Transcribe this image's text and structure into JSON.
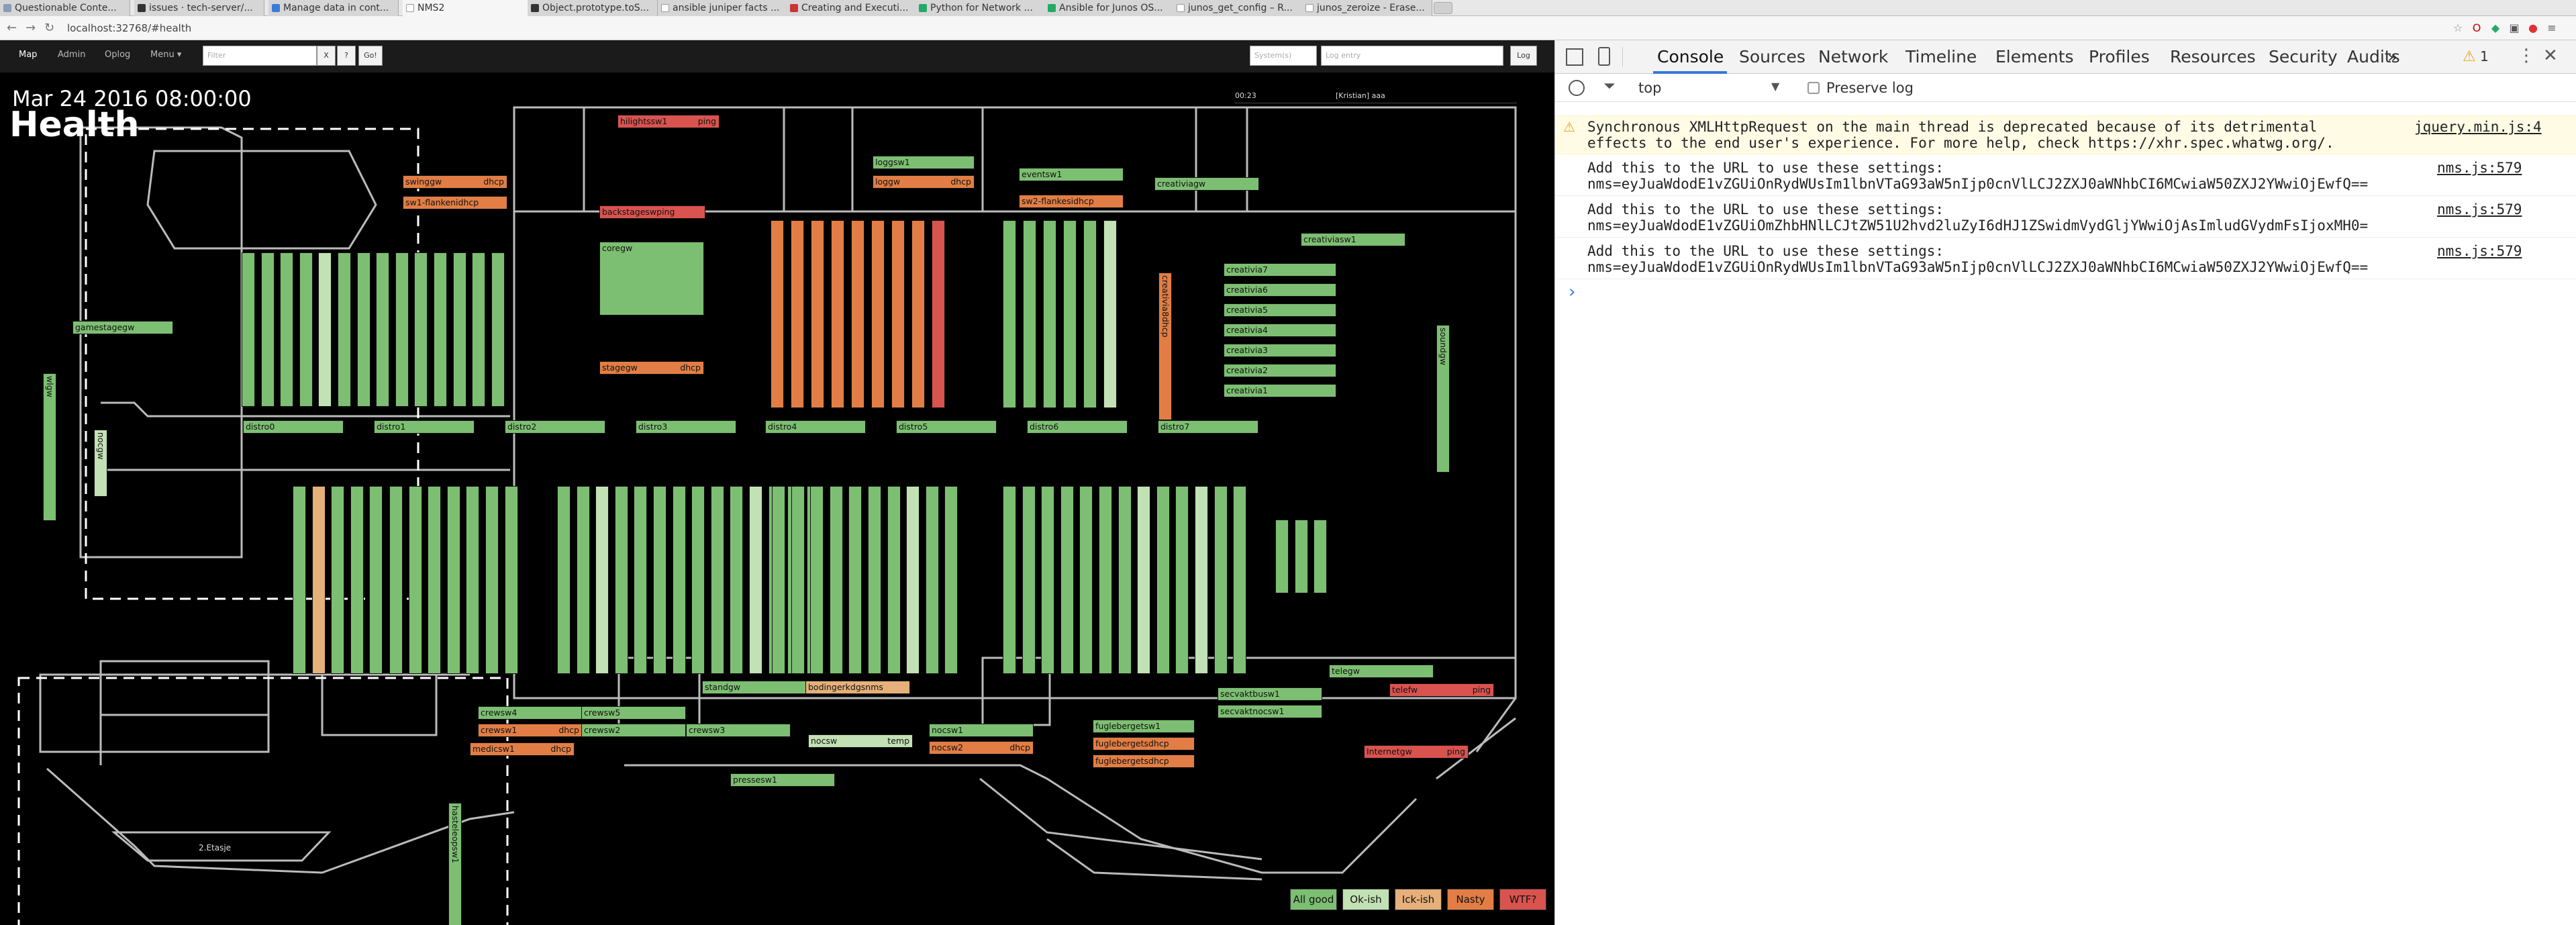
{
  "browser": {
    "tabs": [
      {
        "label": "Questionable Conte..."
      },
      {
        "label": "issues · tech-server/..."
      },
      {
        "label": "Manage data in cont..."
      },
      {
        "label": "NMS2"
      },
      {
        "label": "Object.prototype.toS..."
      },
      {
        "label": "ansible juniper facts ..."
      },
      {
        "label": "Creating and Executi..."
      },
      {
        "label": "Python for Network ..."
      },
      {
        "label": "Ansible for Junos OS..."
      },
      {
        "label": "junos_get_config – R..."
      },
      {
        "label": "junos_zeroize - Erase..."
      }
    ],
    "active_tab": 3,
    "url": "localhost:32768/#health"
  },
  "app": {
    "nav": {
      "map": "Map",
      "admin": "Admin",
      "oplog": "Oplog",
      "menu": "Menu ▾"
    },
    "filter_placeholder": "Filter",
    "filter_clear": "X",
    "filter_help": "?",
    "go_label": "Go!",
    "systems_placeholder": "System(s)",
    "log_placeholder": "Log entry",
    "log_button": "Log",
    "timestamp": "Mar 24 2016 08:00:00",
    "title": "Health",
    "log_time": "00:23",
    "log_user": "[Kristian] aaa",
    "area_label": "2.Etasje",
    "legend": [
      {
        "label": "All good",
        "color": "#7dbf72"
      },
      {
        "label": "Ok-ish",
        "color": "#c2e1b4"
      },
      {
        "label": "Ick-ish",
        "color": "#e6b07a"
      },
      {
        "label": "Nasty",
        "color": "#e27e45"
      },
      {
        "label": "WTF?",
        "color": "#d9534f"
      }
    ],
    "colors": {
      "good": "#7dbf72",
      "ok": "#c2e1b4",
      "ick": "#e6b07a",
      "nasty": "#e27e45",
      "wtf": "#d9534f"
    }
  },
  "switches": {
    "distro0": {
      "name": "distro0",
      "status": "good"
    },
    "distro1": {
      "name": "distro1",
      "status": "good"
    },
    "distro2": {
      "name": "distro2",
      "status": "good"
    },
    "distro3": {
      "name": "distro3",
      "status": "good"
    },
    "distro4": {
      "name": "distro4",
      "status": "good"
    },
    "distro5": {
      "name": "distro5",
      "status": "good"
    },
    "distro6": {
      "name": "distro6",
      "status": "good"
    },
    "distro7": {
      "name": "distro7",
      "status": "good"
    },
    "hilightssw1": {
      "name": "hilightssw1",
      "tag": "ping",
      "status": "wtf"
    },
    "swinggw": {
      "name": "swinggw",
      "tag": "dhcp",
      "status": "nasty"
    },
    "sw1flankenidhcp": {
      "name": "sw1-flankenidhcp",
      "status": "nasty"
    },
    "backstagesw": {
      "name": "backstageswping",
      "status": "wtf"
    },
    "loggsw1": {
      "name": "loggsw1",
      "status": "good"
    },
    "loggw": {
      "name": "loggw",
      "tag": "dhcp",
      "status": "nasty"
    },
    "eventsw1": {
      "name": "eventsw1",
      "status": "good"
    },
    "sw2flanken": {
      "name": "sw2-flankesidhcp",
      "status": "nasty"
    },
    "creativiagw": {
      "name": "creativiagw",
      "status": "good"
    },
    "creativiasw1": {
      "name": "creativiasw1",
      "status": "good"
    },
    "coregw": {
      "name": "coregw",
      "status": "good"
    },
    "stagegw": {
      "name": "stagegw",
      "tag": "dhcp",
      "status": "nasty"
    },
    "gamestagegw": {
      "name": "gamestagegw",
      "status": "good"
    },
    "wlgw": {
      "name": "wlgw",
      "status": "good"
    },
    "nocgw": {
      "name": "nocgw",
      "status": "ok"
    },
    "soundgw": {
      "name": "soundgw",
      "status": "good"
    },
    "creativia7": {
      "name": "creativia7",
      "status": "good"
    },
    "creativia6": {
      "name": "creativia6",
      "status": "good"
    },
    "creativia5": {
      "name": "creativia5",
      "status": "good"
    },
    "creativia4": {
      "name": "creativia4",
      "status": "good"
    },
    "creativia3": {
      "name": "creativia3",
      "status": "good"
    },
    "creativia2": {
      "name": "creativia2",
      "status": "good"
    },
    "creativia1": {
      "name": "creativia1",
      "status": "good"
    },
    "creativia8": {
      "name": "creativia8dhcp",
      "status": "nasty"
    },
    "crewsw4": {
      "name": "crewsw4",
      "status": "good"
    },
    "crewsw5": {
      "name": "crewsw5",
      "status": "good"
    },
    "crewsw1": {
      "name": "crewsw1",
      "tag": "dhcp",
      "status": "nasty"
    },
    "crewsw2": {
      "name": "crewsw2",
      "status": "good"
    },
    "crewsw3": {
      "name": "crewsw3",
      "status": "good"
    },
    "medicsw1": {
      "name": "medicsw1",
      "tag": "dhcp",
      "status": "nasty"
    },
    "standgw": {
      "name": "standgw",
      "status": "good"
    },
    "bodingerkdgsnms": {
      "name": "bodingerkdgsnms",
      "status": "ick"
    },
    "nocsw1": {
      "name": "nocsw1",
      "status": "good"
    },
    "nocsw2": {
      "name": "nocsw2",
      "tag": "dhcp",
      "status": "nasty"
    },
    "nocsw": {
      "name": "nocsw",
      "tag": "temp",
      "status": "ok"
    },
    "pressesw1": {
      "name": "pressesw1",
      "status": "good"
    },
    "fugleberget1": {
      "name": "fuglebergetsw1",
      "status": "good"
    },
    "fugleberget2": {
      "name": "fuglebergetsdhcp",
      "status": "nasty"
    },
    "fugleberget3": {
      "name": "fuglebergetsdhcp",
      "status": "nasty"
    },
    "securitybuesw1": {
      "name": "secvaktbusw1",
      "status": "good"
    },
    "securitynocsw1": {
      "name": "secvaktnocsw1",
      "status": "good"
    },
    "telegw": {
      "name": "telegw",
      "status": "good"
    },
    "telefw": {
      "name": "telefw",
      "tag": "ping",
      "status": "wtf"
    },
    "internetgw": {
      "name": "Internetgw",
      "tag": "ping",
      "status": "wtf"
    },
    "hasteleopsw1": {
      "name": "hasteleopsw1",
      "status": "good"
    }
  },
  "devtools": {
    "tabs": [
      "Console",
      "Sources",
      "Network",
      "Timeline",
      "Elements",
      "Profiles",
      "Resources",
      "Security",
      "Audits"
    ],
    "more": "»",
    "warning_count": "1",
    "context": "top",
    "preserve_log": "Preserve log",
    "messages": [
      {
        "text": "Synchronous XMLHttpRequest on the main thread is deprecated because of its detrimental\neffects to the end user's experience. For more help, check https://xhr.spec.whatwg.org/.",
        "source": "jquery.min.js:4",
        "level": "warning"
      },
      {
        "text": "Add this to the URL to use these settings:\nnms=eyJuaWdodE1vZGUiOnRydWUsIm1lbnVTaG93aW5nIjp0cnVlLCJ2ZXJ0aWNhbCI6MCwiaW50ZXJ2YWwiOjEwfQ==",
        "source": "nms.js:579",
        "level": "log"
      },
      {
        "text": "Add this to the URL to use these settings:\nnms=eyJuaWdodE1vZGUiOmZhbHNlLCJtZW51U2hvd2luZyI6dHJ1ZSwidmVydGljYWwiOjAsImludGVydmFsIjoxMH0=",
        "source": "nms.js:579",
        "level": "log"
      },
      {
        "text": "Add this to the URL to use these settings:\nnms=eyJuaWdodE1vZGUiOnRydWUsIm1lbnVTaG93aW5nIjp0cnVlLCJ2ZXJ0aWNhbCI6MCwiaW50ZXJ2YWwiOjEwfQ==",
        "source": "nms.js:579",
        "level": "log"
      }
    ],
    "prompt": "›"
  }
}
